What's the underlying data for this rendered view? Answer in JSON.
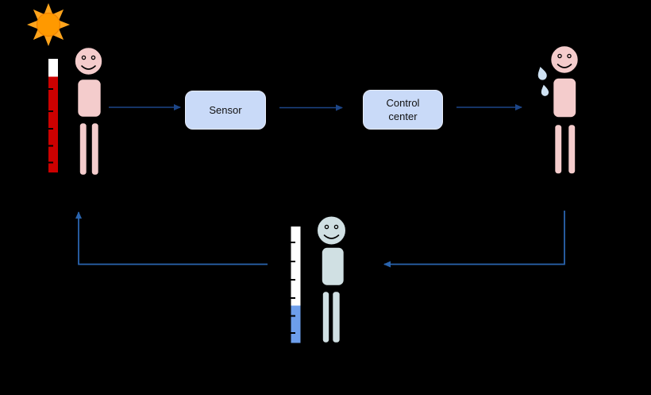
{
  "boxes": {
    "sensor": {
      "label": "Sensor"
    },
    "control_center": {
      "label": "Control center"
    }
  },
  "icons": {
    "sun": "sun-icon",
    "thermometer_high": "thermometer-high-icon",
    "hot_person": "smiling-person-icon",
    "sweat_drops": "sweat-drops-icon",
    "sweating_person": "smiling-person-icon",
    "cooling_person": "smiling-person-icon",
    "thermometer_low": "thermometer-low-icon"
  },
  "connections": [
    {
      "from": "hot-person",
      "to": "sensor"
    },
    {
      "from": "sensor",
      "to": "control-center"
    },
    {
      "from": "control-center",
      "to": "sweating-person"
    },
    {
      "from": "sweating-person",
      "to": "cooling-person"
    },
    {
      "from": "cooling-person",
      "to": "hot-person"
    }
  ],
  "colors": {
    "background": "#000000",
    "box_fill": "#c9daf8",
    "box_border": "#e7edfb",
    "box_text": "#111111",
    "arrow_dark": "#1c4587",
    "arrow_loop": "#2a64ae",
    "skin_hot": "#f4cccc",
    "skin_cool": "#d0e0e3",
    "outline": "#000000",
    "thermo_red": "#cc0000",
    "thermo_blue": "#6d9eeb",
    "thermo_tube": "#ffffff",
    "sun_core": "#ff9900",
    "sun_rays": "#ffa41c",
    "drop_fill": "#cfe2f3"
  }
}
